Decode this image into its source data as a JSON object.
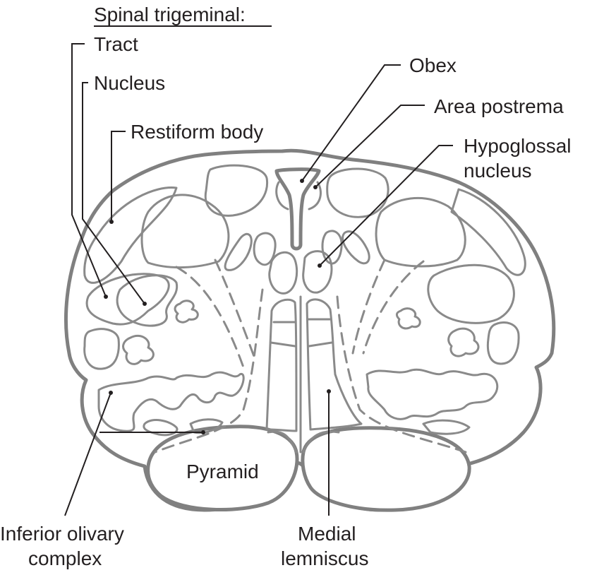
{
  "diagram": {
    "subject": "Medulla cross-section at level of obex",
    "colors": {
      "outline": "#808080",
      "structure": "#8a8a8a",
      "leader": "#231f20",
      "text": "#231f20",
      "background": "#ffffff"
    },
    "heading": "Spinal trigeminal:",
    "labels": {
      "tract": "Tract",
      "nucleus": "Nucleus",
      "restiform_body": "Restiform body",
      "obex": "Obex",
      "area_postrema": "Area postrema",
      "hypoglossal_line1": "Hypoglossal",
      "hypoglossal_line2": "nucleus",
      "pyramid": "Pyramid",
      "inferior_olivary_line1": "Inferior olivary",
      "inferior_olivary_line2": "complex",
      "medial_lemniscus_line1": "Medial",
      "medial_lemniscus_line2": "lemniscus"
    }
  }
}
